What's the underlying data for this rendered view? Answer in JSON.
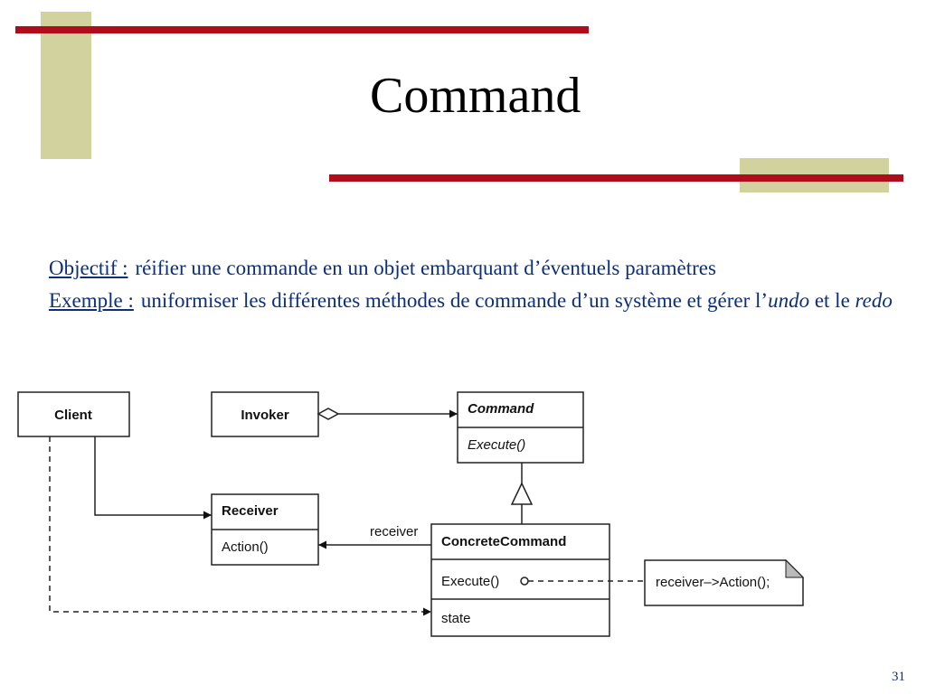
{
  "slide": {
    "title": "Command",
    "page_number": "31",
    "accent_color": "#b00c1c",
    "tan_color": "#d2d29e",
    "text_color": "#0b2f7a"
  },
  "body": {
    "objective_label": "Objectif :",
    "objective_text": "réifier une commande en un objet embarquant d’éventuels paramètres",
    "example_label": "Exemple :",
    "example_text_1": "uniformiser les différentes méthodes de commande d’un système et gérer l’",
    "example_undo": "undo",
    "example_text_2": " et le ",
    "example_redo": "redo"
  },
  "diagram": {
    "client": "Client",
    "invoker": "Invoker",
    "command_name": "Command",
    "command_op": "Execute()",
    "receiver_name": "Receiver",
    "receiver_op": "Action()",
    "concrete_name": "ConcreteCommand",
    "concrete_op": "Execute()",
    "concrete_attr": "state",
    "receiver_role": "receiver",
    "note_text": "receiver–>Action();"
  }
}
